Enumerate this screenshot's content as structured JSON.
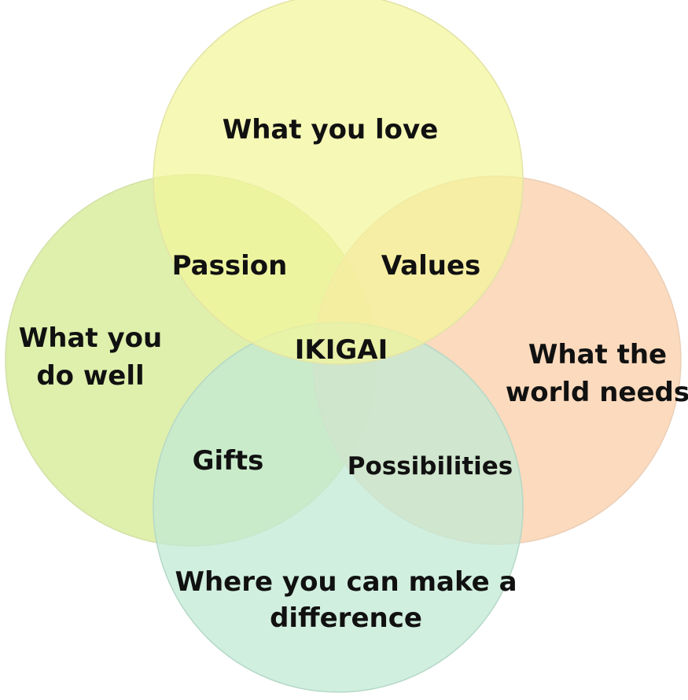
{
  "diagram": {
    "circles": {
      "love": {
        "label": "What you love",
        "color": "#f3f59a"
      },
      "do_well": {
        "label_line1": "What you",
        "label_line2": "do well",
        "color": "#dcefa8"
      },
      "world_needs": {
        "label_line1": "What the",
        "label_line2": "world needs",
        "color": "#fbd6b6"
      },
      "difference": {
        "label_line1": "Where you can make a",
        "label_line2": "difference",
        "color": "#c2e9d4"
      }
    },
    "overlaps": {
      "passion": "Passion",
      "values": "Values",
      "gifts": "Gifts",
      "possibilities": "Possibilities",
      "center": "IKIGAI"
    }
  }
}
